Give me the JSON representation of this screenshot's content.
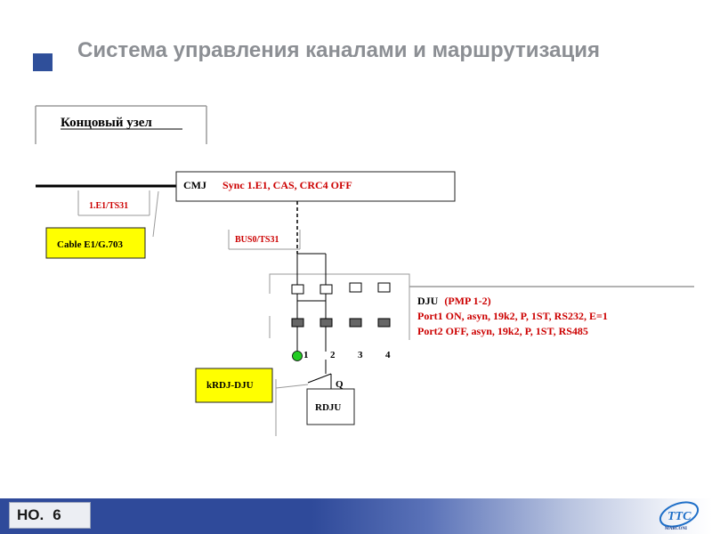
{
  "slide": {
    "title": "Система управления каналами и маршрутизация"
  },
  "diagram": {
    "terminal_node_label": "Концовый узел",
    "cmj_label": "CMJ",
    "cmj_config": "Sync 1.E1, CAS, CRC4 OFF",
    "e1_ts_label": "1.E1/TS31",
    "cable_label": "Cable E1/G.703",
    "bus_label": "BUS0/TS31",
    "dju_label": "DJU",
    "dju_model": "(PMP 1-2)",
    "port1_config": "Port1 ON, asyn, 19k2, P, 1ST, RS232, E=1",
    "port2_config": "Port2 OFF, asyn, 19k2, P, 1ST, RS485",
    "ports": [
      "1",
      "2",
      "3",
      "4"
    ],
    "krdj_label": "kRDJ-DJU",
    "q_label": "Q",
    "rdju_label": "RDJU"
  },
  "footer": {
    "prefix": "НО.",
    "page_number": "6",
    "logo_text": "TTC",
    "logo_subtext": "MARCONI"
  },
  "colors": {
    "title": "#8c8f94",
    "accent_blue": "#2f4a9a",
    "config_red": "#cc0000",
    "callout_yellow": "#ffff00",
    "port_led_green": "#22cc22"
  }
}
